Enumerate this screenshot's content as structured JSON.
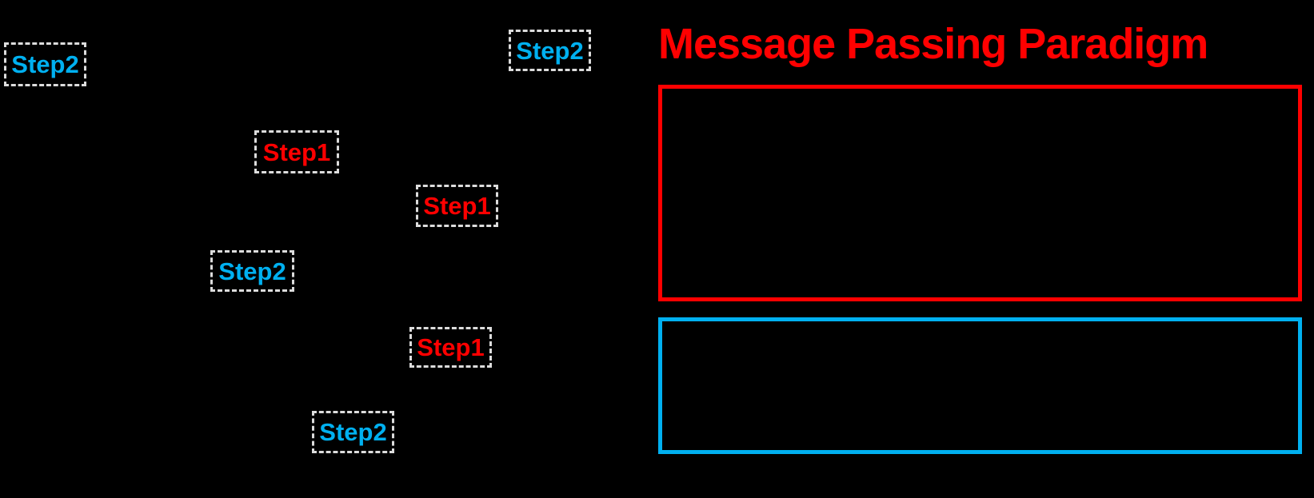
{
  "background_color": "#000000",
  "title": {
    "text": "Message Passing Paradigm",
    "color": "#FF0000"
  },
  "diagram": {
    "box_border_color": "#DCDCDC",
    "step_labels": [
      {
        "label": "Step2",
        "color": "#00B0F0"
      },
      {
        "label": "Step2",
        "color": "#00B0F0"
      },
      {
        "label": "Step1",
        "color": "#FF0000"
      },
      {
        "label": "Step1",
        "color": "#FF0000"
      },
      {
        "label": "Step2",
        "color": "#00B0F0"
      },
      {
        "label": "Step1",
        "color": "#FF0000"
      },
      {
        "label": "Step2",
        "color": "#00B0F0"
      }
    ]
  },
  "panels": {
    "step1_panel": {
      "border_color": "#FF0000"
    },
    "step2_panel": {
      "border_color": "#00B0F0"
    }
  }
}
